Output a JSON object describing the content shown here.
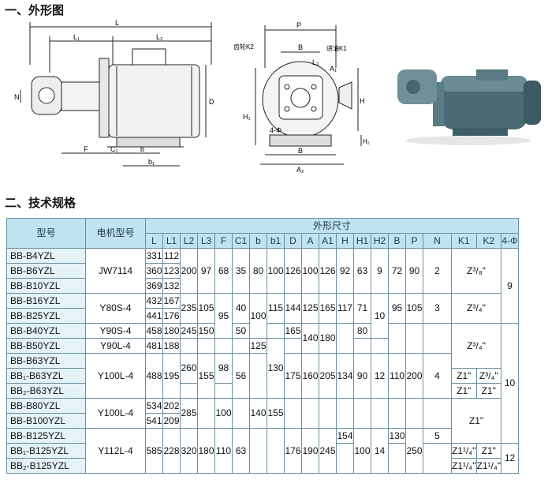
{
  "section1_title": "一、外形图",
  "section2_title": "二、技术规格",
  "drawing": {
    "side": {
      "L": "L",
      "L1": "L₁",
      "L2": "L₂",
      "N": "N",
      "F": "F",
      "C1": "C₁",
      "b": "b",
      "b1": "b₁",
      "D": "D"
    },
    "front": {
      "P": "P",
      "B": "B",
      "K2": "齿轮K2",
      "K1": "进油K1",
      "L3": "L₃",
      "A1": "A₁",
      "H": "H",
      "H1": "H₁",
      "H2": "H₂",
      "phi": "4-Φ",
      "B2": "B",
      "A": "A₂"
    }
  },
  "table": {
    "header": {
      "model": "型号",
      "motor": "电机型号",
      "dims": "外形尺寸",
      "cols": [
        "L",
        "L1",
        "L2",
        "L3",
        "F",
        "C1",
        "b",
        "b1",
        "D",
        "A",
        "A1",
        "H",
        "H1",
        "H2",
        "B",
        "P",
        "N",
        "K1",
        "K2",
        "4-Φ"
      ]
    },
    "models": [
      "BB-B4YZL",
      "BB-B6YZL",
      "BB-B10YZL",
      "BB-B16YZL",
      "BB-B25YZL",
      "BB-B40YZL",
      "BB-B50YZL",
      "BB-B63YZL",
      "BB₁-B63YZL",
      "BB₂-B63YZL",
      "BB-B80YZL",
      "BB-B100YZL",
      "BB-B125YZL",
      "BB₁-B125YZL",
      "BB₂-B125YZL"
    ],
    "motors": {
      "m1": "JW7114",
      "m2": "Y80S-4",
      "m3": "Y90S-4",
      "m4": "Y90L-4",
      "m5": "Y100L-4",
      "m6": "Y100L-4",
      "m7": "Y112L-4"
    },
    "L": {
      "r0": "331",
      "r1": "360",
      "r2": "369",
      "r3": "432",
      "r4": "441",
      "r5": "458",
      "r6": "481",
      "r7": "488",
      "r10": "534",
      "r11": "541",
      "r12": "585"
    },
    "L1": {
      "r0": "112",
      "r1": "123",
      "r2": "132",
      "r3": "167",
      "r4": "176",
      "r5": "180",
      "r6": "188",
      "r7": "195",
      "r10": "202",
      "r11": "209",
      "r12": "228"
    },
    "L2": {
      "a": "200",
      "b": "235",
      "c": "245",
      "d": "260",
      "e": "285",
      "f": "320"
    },
    "L3": {
      "a": "97",
      "b": "105",
      "c": "150",
      "d": "155",
      "e": "180"
    },
    "F": {
      "a": "68",
      "b": "95",
      "c": "98",
      "d": "100",
      "e": "110"
    },
    "C1": {
      "a": "35",
      "b": "40",
      "c": "50",
      "d": "56",
      "e": "63"
    },
    "b": {
      "a": "80",
      "b": "100",
      "c": "125",
      "d": "140"
    },
    "b1": {
      "a": "100",
      "b": "115",
      "c": "130",
      "d": "155"
    },
    "D": {
      "a": "126",
      "b": "144",
      "c": "165",
      "d": "175",
      "e": "176"
    },
    "A": {
      "a": "100",
      "b": "125",
      "c": "140",
      "d": "160",
      "e": "190"
    },
    "A1": {
      "a": "126",
      "b": "165",
      "c": "180",
      "d": "205",
      "e": "245"
    },
    "H": {
      "a": "92",
      "b": "117",
      "c": "134",
      "d": "154"
    },
    "H1": {
      "a": "63",
      "b": "71",
      "c": "80",
      "d": "90",
      "e": "100"
    },
    "H2": {
      "a": "9",
      "b": "10",
      "c": "12",
      "d": "14"
    },
    "B": {
      "a": "72",
      "b": "95",
      "c": "110",
      "d": "130"
    },
    "P": {
      "a": "90",
      "b": "105",
      "c": "200",
      "d": "250"
    },
    "N": {
      "a": "2",
      "b": "3",
      "c": "4",
      "d": "5"
    },
    "K": {
      "a": "Z³/₈\"",
      "b": "Z³/₄\"",
      "c": "Z³/₄\"",
      "d": "Z1\"",
      "e": "Z³/₄\"",
      "f": "Z1\"",
      "g": "Z1\"",
      "h": "Z1\"",
      "i": "Z1¹/₄\"",
      "j": "Z1\"",
      "k": "Z1¹/₄\"",
      "l": "Z1¹/₄\""
    },
    "phi": {
      "a": "9",
      "b": "10",
      "c": "12"
    }
  }
}
